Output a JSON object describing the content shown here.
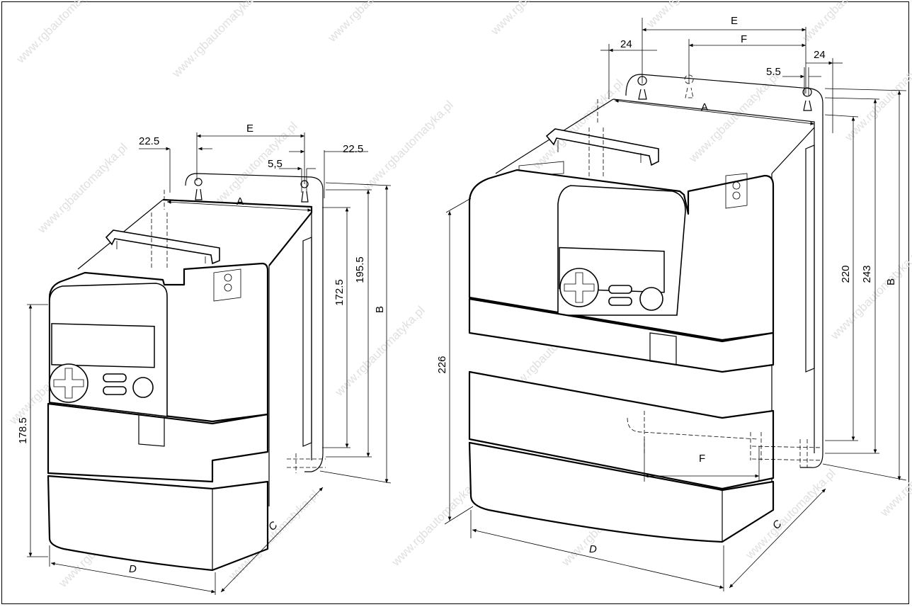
{
  "watermark": "www.rgbautomatyka.pl",
  "small_unit": {
    "labels": {
      "E": "E",
      "A": "A",
      "B": "B",
      "C": "C",
      "D": "D",
      "dim_22_5_left": "22.5",
      "dim_22_5_right": "22.5",
      "dim_5_5": "5,5",
      "dim_172_5": "172.5",
      "dim_195_5": "195.5",
      "dim_178_5": "178.5"
    }
  },
  "large_unit": {
    "labels": {
      "E": "E",
      "F_top": "F",
      "F_bottom": "F",
      "A": "A",
      "B": "B",
      "C": "C",
      "D": "D",
      "dim_24_left": "24",
      "dim_24_right": "24",
      "dim_5_5": "5.5",
      "dim_220": "220",
      "dim_243": "243",
      "dim_226": "226"
    }
  }
}
